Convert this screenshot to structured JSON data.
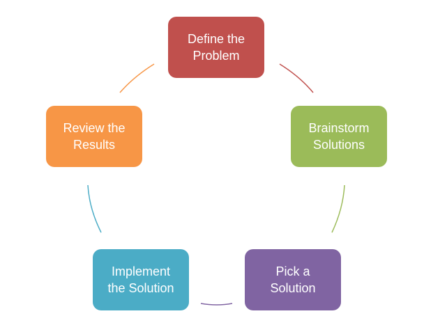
{
  "diagram": {
    "steps": [
      {
        "id": "define",
        "label": "Define the\nProblem",
        "color": "#c0504d"
      },
      {
        "id": "brainstorm",
        "label": "Brainstorm\nSolutions",
        "color": "#9bbb59"
      },
      {
        "id": "pick",
        "label": "Pick a\nSolution",
        "color": "#8064a2"
      },
      {
        "id": "implement",
        "label": "Implement\nthe Solution",
        "color": "#4bacc6"
      },
      {
        "id": "review",
        "label": "Review the\nResults",
        "color": "#f79646"
      }
    ],
    "cycle_direction": "clockwise"
  }
}
